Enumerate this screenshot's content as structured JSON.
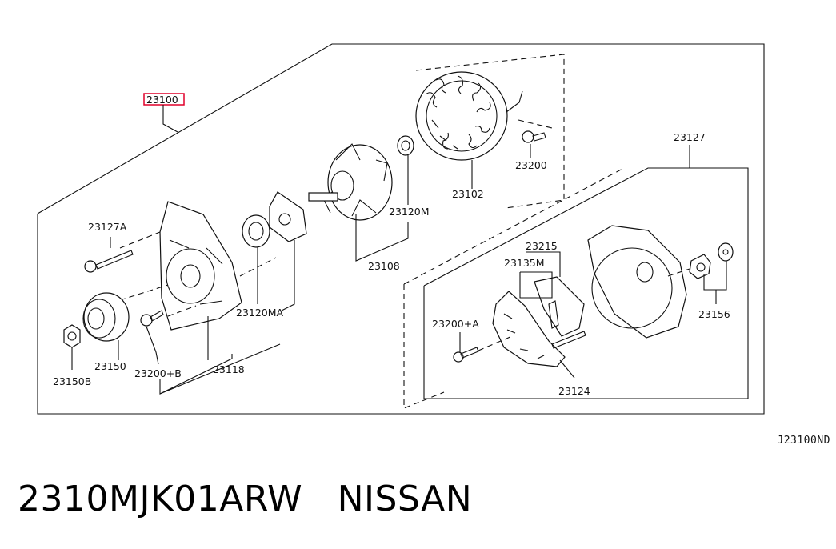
{
  "labels": {
    "assembly": "23100",
    "stator": "23102",
    "screw_top": "23200",
    "bearing_front": "23120M",
    "rotor": "23108",
    "bolt": "23127A",
    "bearing_rear": "23120MA",
    "front_housing": "23118",
    "pulley": "23150",
    "nut": "23150B",
    "screw_b": "23200+B",
    "rear_assy": "23127",
    "brush_holder": "23215",
    "brush": "23135M",
    "screw_a": "23200+A",
    "rectifier": "23124",
    "terminal": "23156"
  },
  "reference_code": "J23100ND",
  "caption": "2310MJK01ARW   NISSAN",
  "colors": {
    "highlight": "#e0002a",
    "line": "#111111"
  }
}
